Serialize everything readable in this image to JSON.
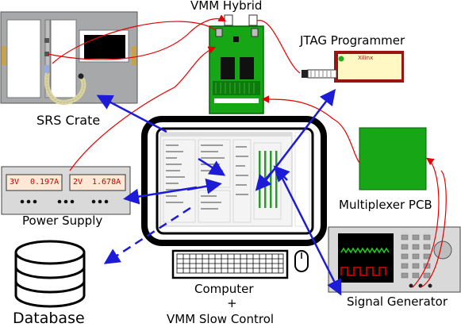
{
  "labels": {
    "vmm_hybrid": "VMM Hybrid",
    "jtag_programmer": "JTAG Programmer",
    "xilinx": "Xilinx",
    "srs_crate": "SRS Crate",
    "power_supply": "Power Supply",
    "ch1_voltage": "3V",
    "ch1_current": "0.197A",
    "ch2_voltage": "2V",
    "ch2_current": "1.678A",
    "multiplexer_pcb": "Multiplexer PCB",
    "computer": "Computer",
    "plus": "+",
    "vmm_slow_control": "VMM Slow Control",
    "signal_generator": "Signal Generator",
    "database": "Database"
  },
  "colors": {
    "pcb_green": "#16a616",
    "cable_red": "#e60000",
    "arrow_blue": "#1c1cd8",
    "crate_gray": "#a7a8aa",
    "jtag_body": "#fff8c4",
    "jtag_frame": "#9b1414",
    "lcd_bg": "#ffe8d6"
  }
}
